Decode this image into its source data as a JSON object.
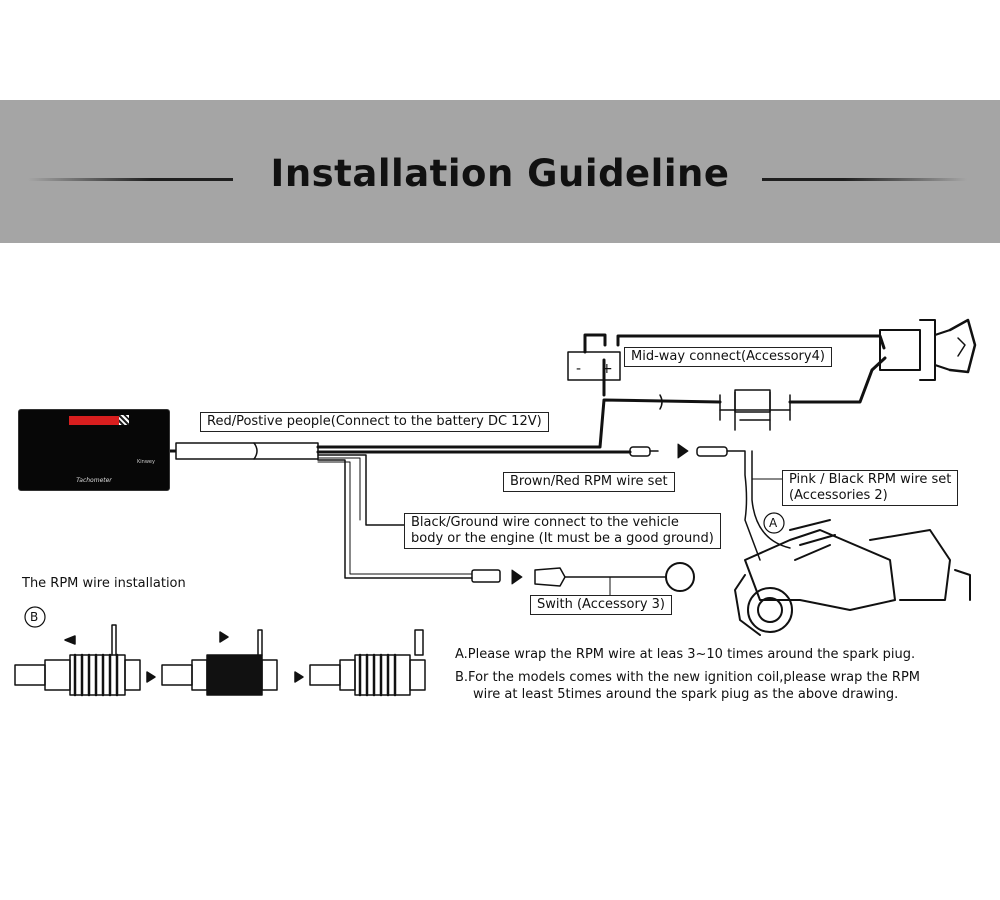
{
  "header": {
    "title": "Installation Guideline"
  },
  "device": {
    "name": "Tachometer",
    "brand": "Kinwey"
  },
  "labels": {
    "midway": "Mid-way connect(Accessory4)",
    "red_wire": "Red/Postive people(Connect to the battery DC 12V)",
    "brown_red": "Brown/Red RPM wire set",
    "pink_black_1": "Pink / Black RPM wire set",
    "pink_black_2": "(Accessories 2)",
    "ground_1": "Black/Ground wire connect to the vehicle",
    "ground_2": "body or the engine (It must be a good ground)",
    "switch": "Swith (Accessory 3)",
    "marker_a": "A",
    "marker_b": "B",
    "rpm_install": "The RPM wire installation",
    "battery_minus": "-",
    "battery_plus": "+"
  },
  "instructions": {
    "a": "A.Please wrap the RPM wire at leas 3~10 times around the spark piug.",
    "b1": "B.For the models comes with the new ignition coil,please wrap the RPM",
    "b2": "wire at least 5times around the spark piug as the above drawing."
  },
  "colors": {
    "header_band": "#a5a5a5",
    "tach_red": "#d81e1e",
    "wire": "#111111"
  }
}
